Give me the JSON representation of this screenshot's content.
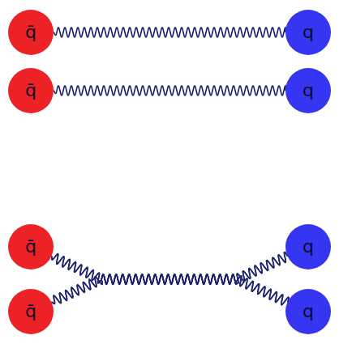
{
  "diagram": {
    "nodes": [
      {
        "text": [
          "q̄"
        ]
      },
      {
        "text": [
          "q"
        ]
      },
      {
        "text": [
          "q̄"
        ]
      },
      {
        "text": [
          "q"
        ]
      },
      {
        "text": [
          "q̄"
        ]
      },
      {
        "text": [
          "q"
        ]
      },
      {
        "text": [
          "q̄"
        ]
      },
      {
        "text": [
          "q"
        ]
      }
    ],
    "edges": [
      {
        "from": 0,
        "to": 1,
        "arrow": "none"
      },
      {
        "from": 2,
        "to": 3,
        "arrow": "none"
      },
      {
        "from": 4,
        "to": 5,
        "arrow": "none"
      },
      {
        "from": 4,
        "to": 7,
        "arrow": "none"
      },
      {
        "from": 6,
        "to": 5,
        "arrow": "none"
      },
      {
        "from": 6,
        "to": 7,
        "arrow": "none"
      }
    ]
  }
}
